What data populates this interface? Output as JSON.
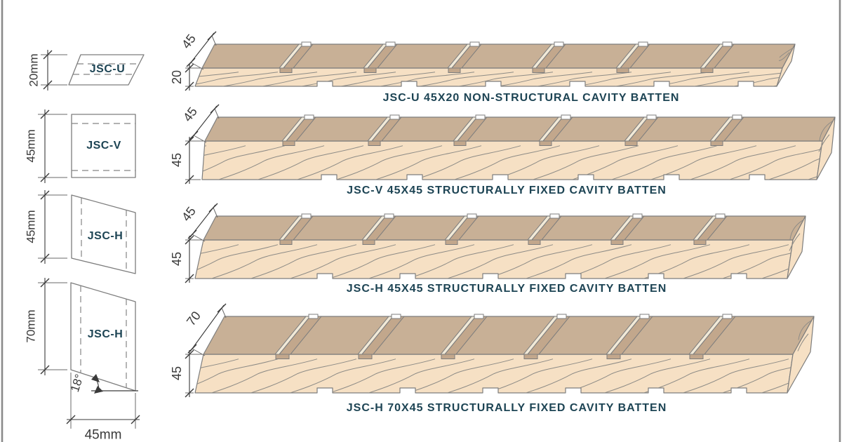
{
  "colors": {
    "caption_text": "#1d4454",
    "dimension_text": "#3a3a3a",
    "outline": "#7d7d7d",
    "border": "#8a8a8a",
    "top_face": "#c8b096",
    "front_face": "#f6e0c4",
    "groove_floor": "#c2a78c",
    "groove_highlight": "#f1e9d7",
    "grain": "#8d8b86"
  },
  "cross_sections": [
    {
      "code": "JSC-U",
      "height_label": "20mm"
    },
    {
      "code": "JSC-V",
      "height_label": "45mm"
    },
    {
      "code": "JSC-H",
      "height_label": "45mm"
    },
    {
      "code": "JSC-H",
      "height_label": "70mm",
      "angle_label": "18°",
      "width_label": "45mm"
    }
  ],
  "battens": [
    {
      "code": "JSC-U",
      "top_width_label": "45",
      "height_label": "20",
      "caption": "JSC-U 45X20 NON-STRUCTURAL CAVITY BATTEN"
    },
    {
      "code": "JSC-V",
      "top_width_label": "45",
      "height_label": "45",
      "caption": "JSC-V 45X45 STRUCTURALLY FIXED CAVITY BATTEN"
    },
    {
      "code": "JSC-H",
      "top_width_label": "45",
      "height_label": "45",
      "caption": "JSC-H 45X45 STRUCTURALLY FIXED CAVITY BATTEN"
    },
    {
      "code": "JSC-H",
      "top_width_label": "70",
      "height_label": "45",
      "caption": "JSC-H 70X45 STRUCTURALLY FIXED CAVITY BATTEN"
    }
  ]
}
